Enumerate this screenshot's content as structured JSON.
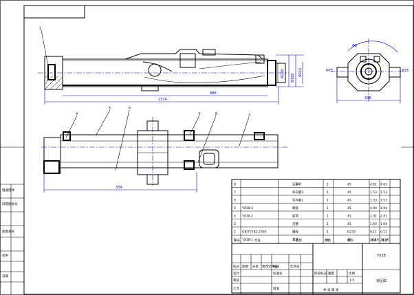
{
  "views": {
    "front": {
      "dims": {
        "overall": "2374",
        "inner": "888",
        "height1": "Φ230",
        "height2": "Φ180",
        "height3": "Φ216"
      },
      "balloon": "1"
    },
    "side": {
      "dims": {
        "width": "338",
        "angle": "Φ8",
        "left": "Φ75",
        "right": "Φ75"
      }
    },
    "top": {
      "dims": {
        "overall": "339"
      },
      "balloons": [
        "4",
        "5",
        "6",
        "3",
        "8",
        "2"
      ]
    }
  },
  "bom": {
    "rows": [
      {
        "no": "8",
        "code": "",
        "name": "活塞杆",
        "qty": "1",
        "mat": "45",
        "w1": "4.61",
        "w2": "4.61"
      },
      {
        "no": "7",
        "code": "",
        "name": "导向套2",
        "qty": "1",
        "mat": "45",
        "w1": "1.53",
        "w2": "1.53"
      },
      {
        "no": "6",
        "code": "",
        "name": "导向套1",
        "qty": "1",
        "mat": "45",
        "w1": "1.53",
        "w2": "1.53"
      },
      {
        "no": "5",
        "code": "YX18-3",
        "name": "端盖",
        "qty": "1",
        "mat": "45",
        "w1": "4.94",
        "w2": "4.94"
      },
      {
        "no": "4",
        "code": "YX18-2",
        "name": "缸筒",
        "qty": "1",
        "mat": "45",
        "w1": "2.41",
        "w2": "2.41"
      },
      {
        "no": "3",
        "code": "",
        "name": "活塞",
        "qty": "1",
        "mat": "45",
        "w1": "1.64",
        "w2": "1.64"
      },
      {
        "no": "2",
        "code": "GB/T5782-2000",
        "name": "螺栓",
        "qty": "1",
        "mat": "Q235",
        "w1": "0.11",
        "w2": "0.11"
      },
      {
        "no": "1",
        "code": "YX18-1",
        "name": "耳环",
        "qty": "1",
        "mat": "45",
        "w1": "24.10",
        "w2": "24.10"
      }
    ],
    "header": {
      "no": "序号",
      "code": "代号",
      "name": "名称",
      "qty": "数量",
      "mat": "材料",
      "w": "单件",
      "total": "总计"
    }
  },
  "title_block": {
    "drawing_no": "YX18",
    "title": "液压缸",
    "labels": {
      "mark": "标记",
      "count": "处数",
      "zone": "分区",
      "doc": "更改文件号",
      "sign": "签名",
      "date": "年月日"
    },
    "design": "设计",
    "std": "标准化",
    "stage": "阶段标记",
    "weight": "重量",
    "scale": "比例",
    "scale_value": "1:5",
    "review": "审核",
    "process": "工艺",
    "approve": "批准",
    "sheets": "共 张 第 张"
  },
  "side_column": {
    "items": [
      "借通用件",
      "旧底图总号",
      "底图总号",
      "签字",
      "日期"
    ]
  }
}
